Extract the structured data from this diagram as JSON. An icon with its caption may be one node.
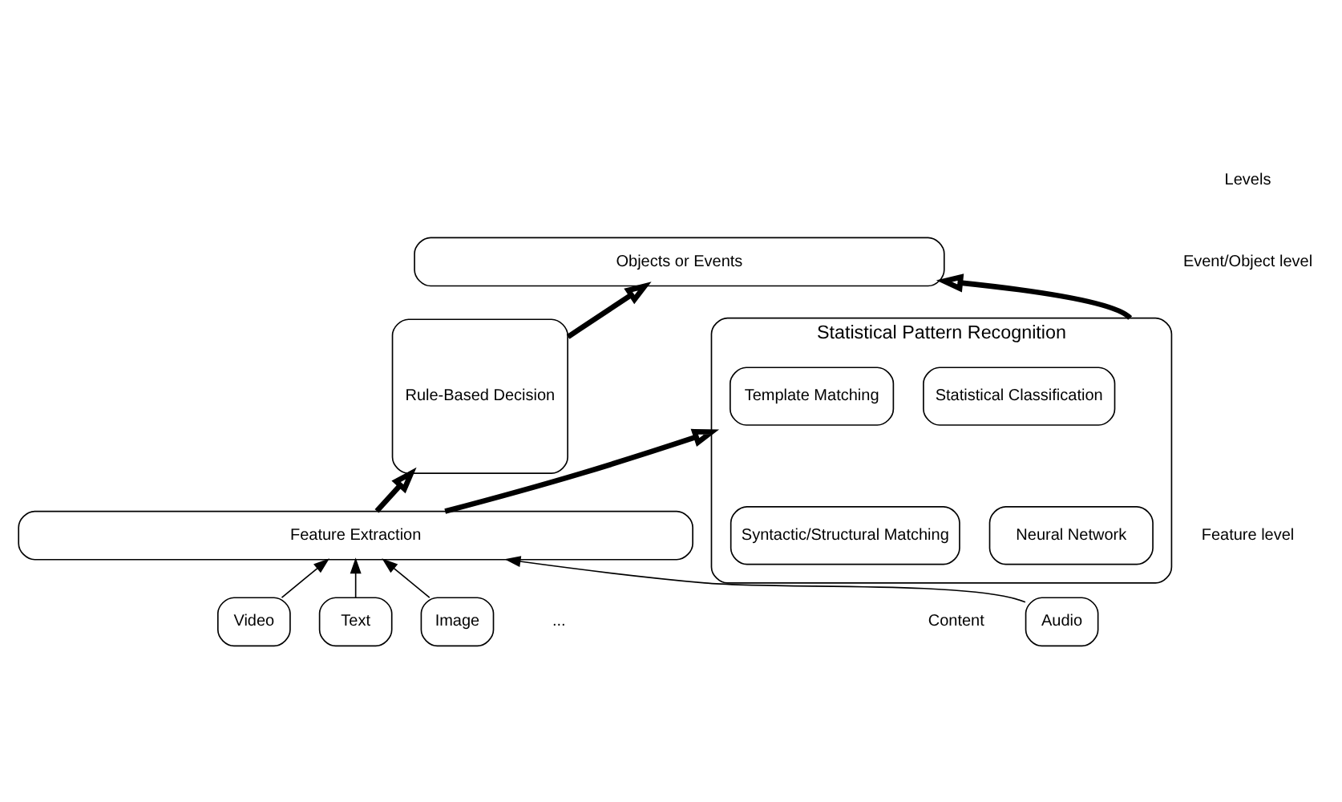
{
  "diagram": {
    "nodes": [
      {
        "text": [
          "Objects or Events"
        ]
      },
      {
        "text": [
          "Statistical Pattern Recognition"
        ]
      },
      {
        "text": [
          "Template Matching"
        ],
        "in": 1
      },
      {
        "text": [
          "Statistical Classification"
        ],
        "in": 1
      },
      {
        "text": [
          "Syntactic/Structural Matching"
        ],
        "in": 1
      },
      {
        "text": [
          "Neural Network"
        ],
        "in": 1
      },
      {
        "text": [
          "Rule-Based Decision"
        ]
      },
      {
        "text": [
          "Feature Extraction"
        ]
      },
      {
        "text": [
          "Audio"
        ]
      },
      {
        "text": [
          "Video"
        ]
      },
      {
        "text": [
          "Text"
        ]
      },
      {
        "text": [
          "Image"
        ]
      }
    ],
    "edges": [
      {
        "from": 8,
        "to": 7,
        "arrow": "to"
      },
      {
        "from": 9,
        "to": 7,
        "arrow": "to"
      },
      {
        "from": 10,
        "to": 7,
        "arrow": "to"
      },
      {
        "from": 11,
        "to": 7,
        "arrow": "to"
      },
      {
        "from": 7,
        "to": 1,
        "arrow": "to",
        "style": "thick"
      },
      {
        "from": 7,
        "to": 6,
        "arrow": "to",
        "style": "thick"
      },
      {
        "from": 1,
        "to": 0,
        "arrow": "to",
        "style": "thick"
      },
      {
        "from": 6,
        "to": 0,
        "arrow": "to",
        "style": "thick"
      }
    ],
    "labels": [
      "Levels",
      "Event/Object level",
      "Feature level",
      "Content",
      "..."
    ]
  }
}
